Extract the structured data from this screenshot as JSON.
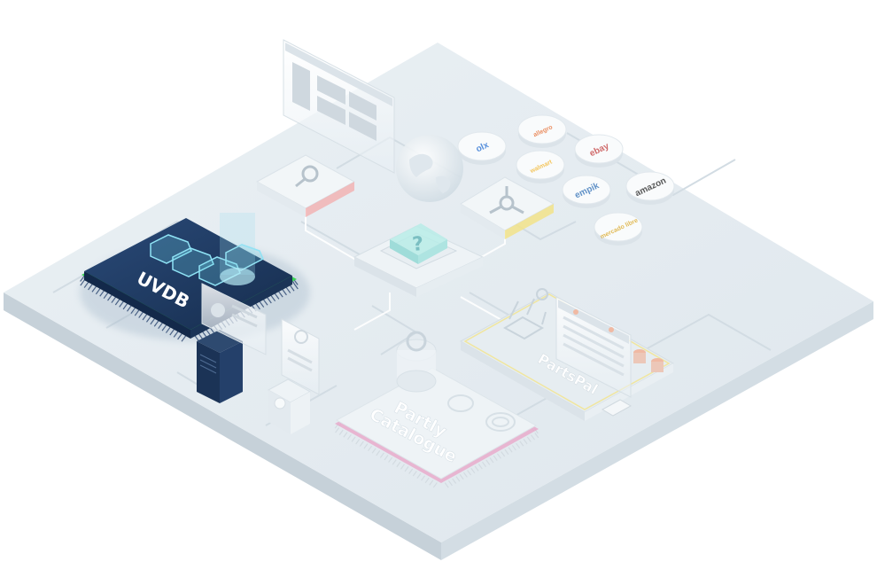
{
  "labels": {
    "uvdb": "UVDB",
    "catalogue_line1": "Partly",
    "catalogue_line2": "Catalogue",
    "partspal": "PartsPal"
  },
  "marketplaces": [
    {
      "name": "allegro",
      "icon": "allegro-logo-icon"
    },
    {
      "name": "olx",
      "icon": "olx-logo-icon"
    },
    {
      "name": "ebay",
      "icon": "ebay-logo-icon"
    },
    {
      "name": "walmart",
      "icon": "walmart-logo-icon"
    },
    {
      "name": "empik",
      "icon": "empik-logo-icon"
    },
    {
      "name": "amazon",
      "icon": "amazon-logo-icon"
    },
    {
      "name": "mercado libre",
      "icon": "mercado-libre-logo-icon"
    }
  ],
  "nodes": {
    "search": "search-icon",
    "center": "question-icon",
    "hub": "network-hub-icon",
    "globe": "globe-icon"
  },
  "colors": {
    "board": "#e6edf1",
    "board_edge": "#c9d4dc",
    "trace": "#d4dee5",
    "uvdb_chip": "#1f3b63",
    "uvdb_glow": "#39d353",
    "accent_cyan": "#6fd6ea",
    "accent_red": "#f3a6a6",
    "accent_yellow": "#f2e38a",
    "accent_pink": "#e9a7c9"
  }
}
